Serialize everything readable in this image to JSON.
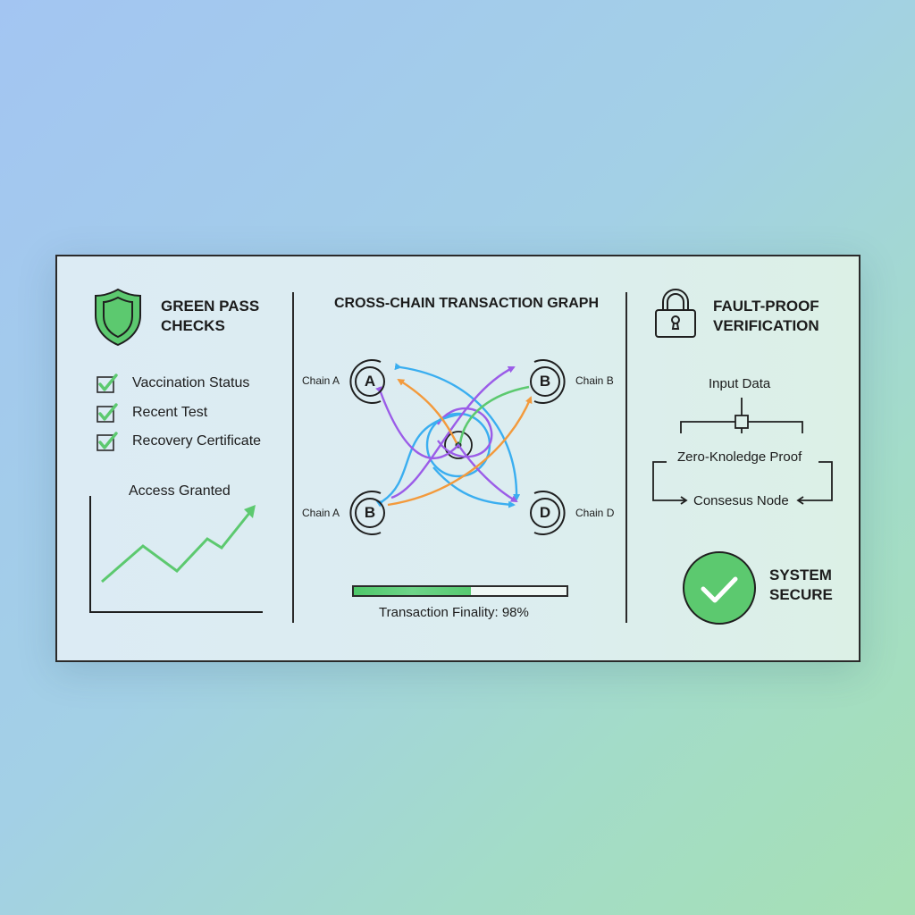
{
  "colors": {
    "green": "#5cc96f",
    "blue": "#3aaef0",
    "purple": "#9b5ce8",
    "orange": "#f39a3c",
    "outline": "#2a2a2a"
  },
  "left_panel": {
    "icon": "shield-icon",
    "title_line1": "GREEN PASS",
    "title_line2": "CHECKS",
    "checks": [
      {
        "label": "Vaccination Status",
        "checked": true
      },
      {
        "label": "Recent Test",
        "checked": true
      },
      {
        "label": "Recovery Certificate",
        "checked": true
      }
    ],
    "chart_title": "Access Granted"
  },
  "center_panel": {
    "title": "CROSS-CHAIN TRANSACTION GRAPH",
    "nodes": [
      {
        "letter": "A",
        "label": "Chain A"
      },
      {
        "letter": "B",
        "label": "Chain B"
      },
      {
        "letter": "B",
        "label": "Chain A"
      },
      {
        "letter": "D",
        "label": "Chain D"
      }
    ],
    "progress_percent_fill": 55,
    "finality_label": "Transaction Finality: 98%"
  },
  "right_panel": {
    "icon": "lock-icon",
    "title_line1": "FAULT-PROOF",
    "title_line2": "VERIFICATION",
    "flow": {
      "input": "Input Data",
      "proof": "Zero-Knoledge Proof",
      "node": "Consesus Node"
    },
    "status_icon": "check-circle-icon",
    "status_line1": "SYSTEM",
    "status_line2": "SECURE"
  },
  "chart_data": {
    "type": "line",
    "title": "Access Granted",
    "xlabel": "",
    "ylabel": "",
    "x": [
      0,
      1,
      2,
      3,
      4,
      5
    ],
    "values": [
      1.0,
      2.6,
      1.6,
      2.9,
      2.6,
      4.5
    ],
    "grid": false,
    "legend": "none"
  }
}
